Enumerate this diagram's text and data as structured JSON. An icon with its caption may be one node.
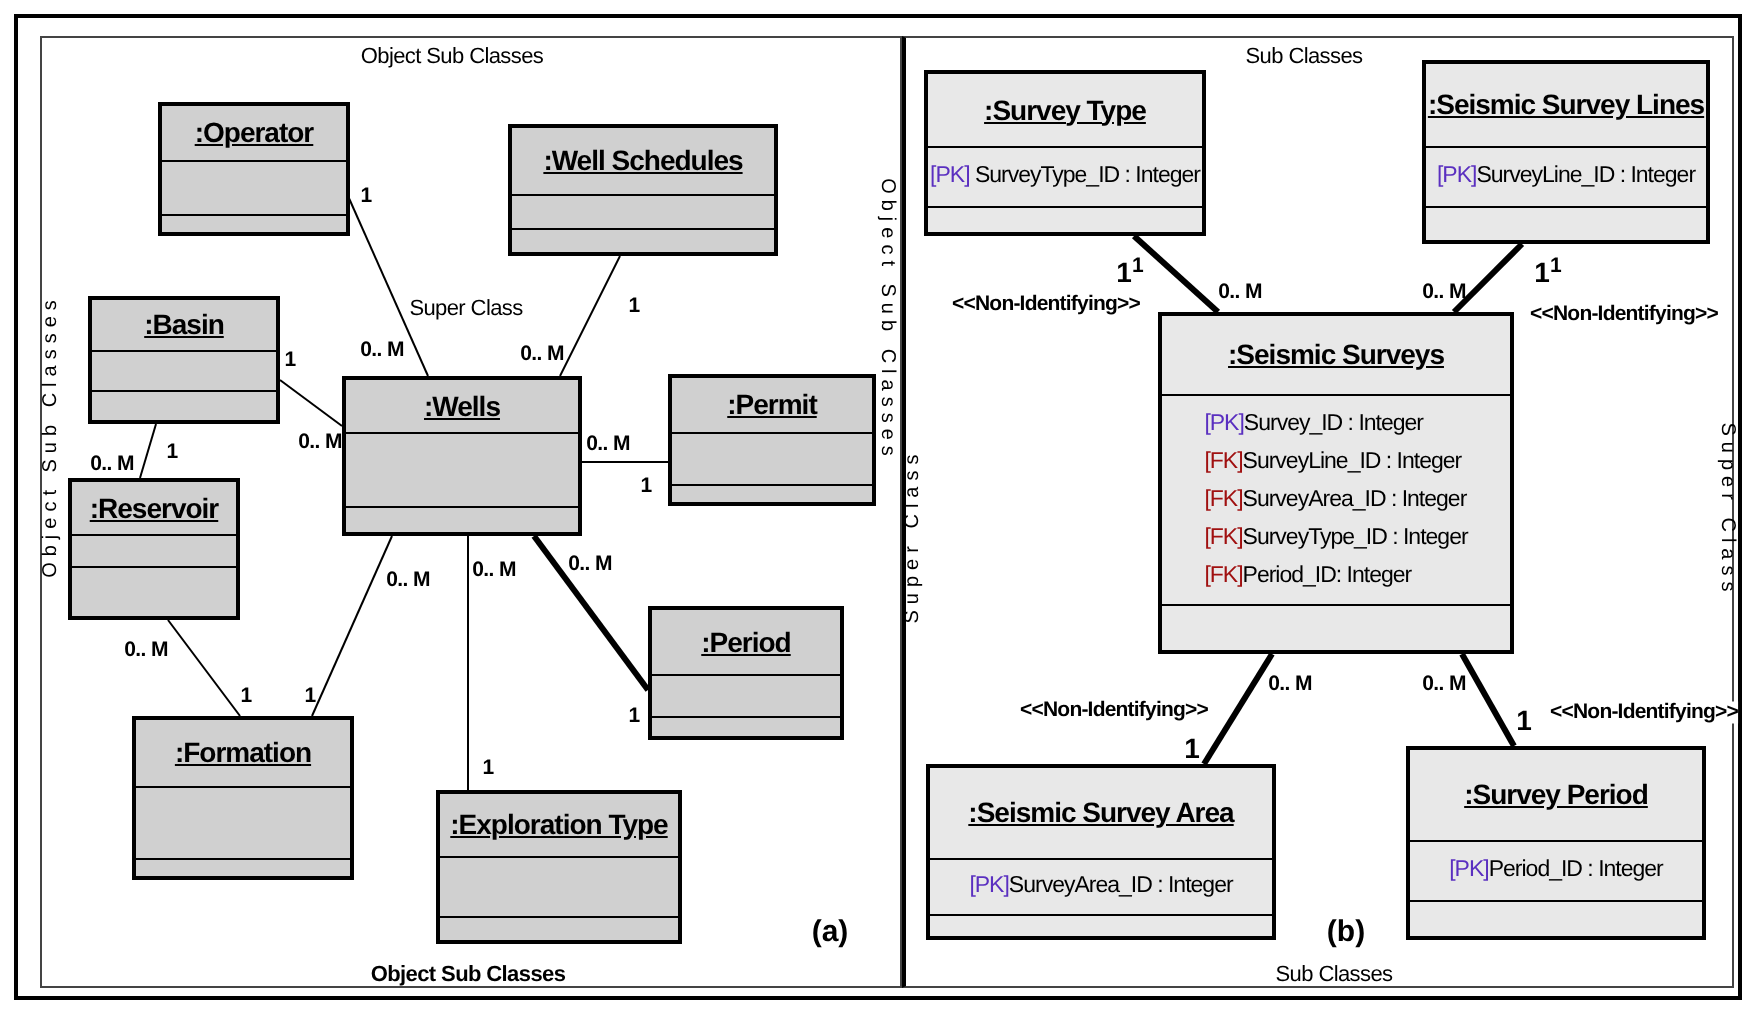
{
  "diagram": {
    "nodes": [
      {
        "text": [
          ":Operator"
        ]
      },
      {
        "text": [
          ":Well Schedules"
        ]
      },
      {
        "text": [
          ":Basin"
        ]
      },
      {
        "text": [
          ":Wells"
        ]
      },
      {
        "text": [
          ":Permit"
        ]
      },
      {
        "text": [
          ":Reservoir"
        ]
      },
      {
        "text": [
          ":Period"
        ]
      },
      {
        "text": [
          ":Formation"
        ]
      },
      {
        "text": [
          ":Exploration Type"
        ]
      },
      {
        "text": [
          ":Survey Type",
          "[PK] SurveyType_ID : Integer"
        ]
      },
      {
        "text": [
          ":Seismic Survey Lines",
          "[PK]SurveyLine_ID : Integer"
        ]
      },
      {
        "text": [
          ":Seismic Surveys",
          "[PK]Survey_ID : Integer",
          "[FK]SurveyLine_ID : Integer",
          "[FK]SurveyArea_ID : Integer",
          "[FK]SurveyType_ID : Integer",
          "[FK]Period_ID: Integer"
        ]
      },
      {
        "text": [
          ":Seismic Survey Area",
          "[PK]SurveyArea_ID : Integer"
        ]
      },
      {
        "text": [
          ":Survey Period",
          "[PK]Period_ID : Integer"
        ]
      }
    ],
    "edges": [
      {
        "from": 0,
        "to": 3,
        "arrow": "none"
      },
      {
        "from": 1,
        "to": 3,
        "arrow": "none"
      },
      {
        "from": 2,
        "to": 3,
        "arrow": "none"
      },
      {
        "from": 3,
        "to": 4,
        "arrow": "none"
      },
      {
        "from": 2,
        "to": 5,
        "arrow": "none"
      },
      {
        "from": 5,
        "to": 7,
        "arrow": "none"
      },
      {
        "from": 3,
        "to": 7,
        "arrow": "none"
      },
      {
        "from": 3,
        "to": 8,
        "arrow": "none"
      },
      {
        "from": 3,
        "to": 6,
        "arrow": "none",
        "style": "thick"
      },
      {
        "from": 9,
        "to": 11,
        "arrow": "none",
        "label": "<<Non-Identifying>>",
        "style": "thick"
      },
      {
        "from": 10,
        "to": 11,
        "arrow": "none",
        "label": "<<Non-Identifying>>",
        "style": "thick"
      },
      {
        "from": 11,
        "to": 12,
        "arrow": "none",
        "label": "<<Non-Identifying>>",
        "style": "thick"
      },
      {
        "from": 11,
        "to": 13,
        "arrow": "none",
        "label": "<<Non-Identifying>>",
        "style": "thick"
      }
    ],
    "labels": [
      "Object Sub Classes",
      "Sub Classes",
      "Object Sub Classes",
      "Object Sub Classes",
      "1",
      "Super Class",
      "1",
      "1",
      "0.. M",
      "0.. M",
      "0.. M",
      "0.. M",
      "1",
      "0.. M",
      "1",
      "0.. M",
      "0.. M",
      "0.. M",
      "0.. M",
      "1",
      "1",
      "1",
      "1",
      "(a)",
      "Object Sub Classes",
      "1$^{1}$",
      "0.. M",
      "0.. M",
      "1$^{1}$",
      "Super Class",
      "Super Class",
      "0.. M",
      "0.. M",
      "1",
      "1",
      "(b)",
      "Sub Classes"
    ]
  }
}
